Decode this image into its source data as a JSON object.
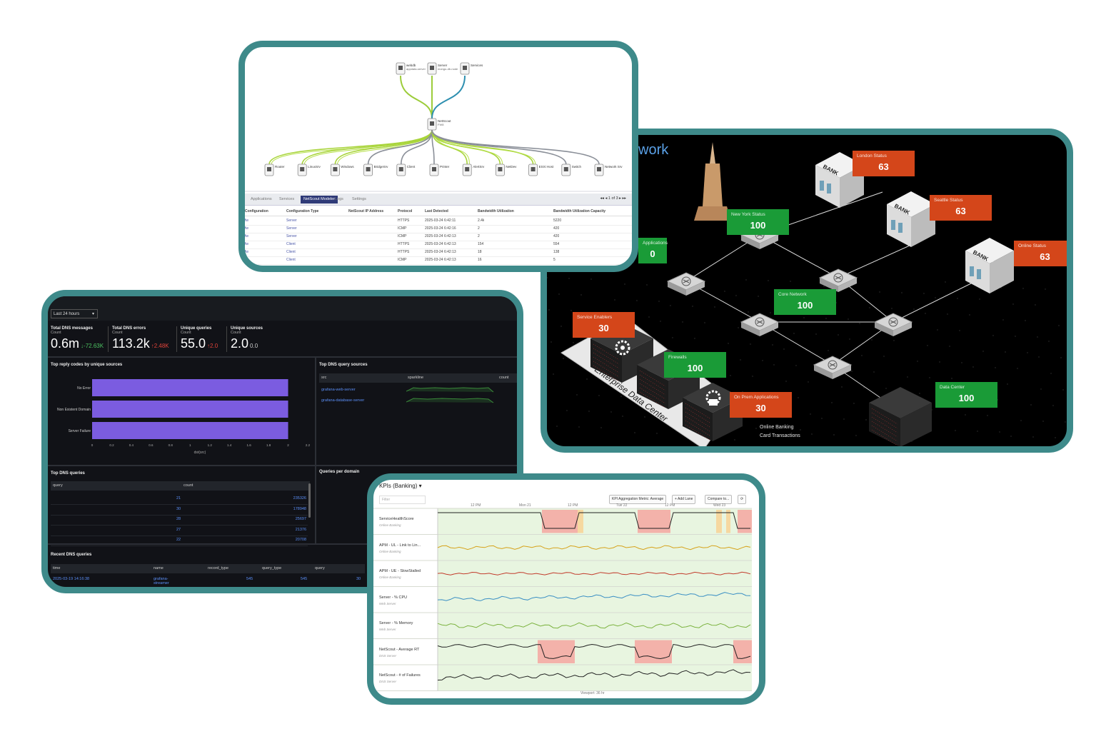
{
  "topology": {
    "hub": {
      "name": "NetScout",
      "sub": "FW8"
    },
    "top_nodes": [
      {
        "name": "webdb",
        "sub": "appdata-server"
      },
      {
        "name": "Server",
        "sub": "mongo-db-node"
      },
      {
        "name": "Services",
        "sub": ""
      }
    ],
    "bottom_nodes": [
      {
        "name": "Router"
      },
      {
        "name": "LinuxSrv"
      },
      {
        "name": "Windows"
      },
      {
        "name": "BridgeSrv"
      },
      {
        "name": "Client"
      },
      {
        "name": "Printer"
      },
      {
        "name": "AlertSrv"
      },
      {
        "name": "NetDev"
      },
      {
        "name": "ESXi Host"
      },
      {
        "name": "Switch"
      },
      {
        "name": "Network Srv"
      }
    ],
    "tabs": [
      "Applications",
      "Services",
      "NetScout Modeler",
      "Logs",
      "Settings"
    ],
    "active_tab_index": 2,
    "pager": "1 of 3",
    "columns": [
      "Configuration",
      "Configuration Type",
      "NetScout IP Address",
      "Protocol",
      "Last Detected",
      "Bandwidth Utilization",
      "Bandwidth Utilization Capacity"
    ],
    "rows": [
      [
        "fw",
        "Server",
        "",
        "HTTPS",
        "2025-03-24 6:42:11",
        "2.4k",
        "5220"
      ],
      [
        "fw",
        "Server",
        "",
        "ICMP",
        "2025-03-24 6:42:16",
        "2",
        "420"
      ],
      [
        "fw",
        "Server",
        "",
        "ICMP",
        "2025-03-24 6:42:13",
        "2",
        "420"
      ],
      [
        "fw",
        "Client",
        "",
        "HTTPS",
        "2025-03-24 6:42:13",
        "154",
        "554"
      ],
      [
        "fw",
        "Client",
        "",
        "HTTPS",
        "2025-03-24 6:42:13",
        "18",
        "138"
      ],
      [
        "fw",
        "Client",
        "",
        "ICMP",
        "2025-03-24 6:42:13",
        "16",
        "5"
      ]
    ]
  },
  "network": {
    "title": "work",
    "statuses": [
      {
        "label": "London Status",
        "value": "63",
        "color": "#d4461a"
      },
      {
        "label": "Seattle Status",
        "value": "63",
        "color": "#d4461a"
      },
      {
        "label": "Online Status",
        "value": "63",
        "color": "#d4461a"
      },
      {
        "label": "New York Status",
        "value": "100",
        "color": "#1a9b37"
      },
      {
        "label": "Applications",
        "value": "0",
        "color": "#1a9b37"
      },
      {
        "label": "Core Network",
        "value": "100",
        "color": "#1a9b37"
      },
      {
        "label": "Service Enablers",
        "value": "30",
        "color": "#d4461a"
      },
      {
        "label": "Firewalls",
        "value": "100",
        "color": "#1a9b37"
      },
      {
        "label": "On Prem Applications",
        "value": "30",
        "color": "#d4461a"
      },
      {
        "label": "Data Center",
        "value": "100",
        "color": "#1a9b37"
      }
    ],
    "bank_label": "BANK",
    "platform_label": "Enterprise Data Center",
    "caption1": "Online Banking",
    "caption2": "Card Transactions"
  },
  "dns": {
    "range": "Last 24 hours",
    "stats": [
      {
        "label": "Total DNS messages",
        "sub": "Count",
        "value": "0.6m",
        "delta": "↓-72.63K",
        "delta_color": "#4cc261"
      },
      {
        "label": "Total DNS errors",
        "sub": "Count",
        "value": "113.2k",
        "delta": "↑2.48K",
        "delta_color": "#e0433a"
      },
      {
        "label": "Unique queries",
        "sub": "Count",
        "value": "55.0",
        "delta": "↑2.0",
        "delta_color": "#e0433a"
      },
      {
        "label": "Unique sources",
        "sub": "Count",
        "value": "2.0",
        "delta": "0.0",
        "delta_color": "#cccccc"
      }
    ],
    "reply_chart_title": "Top reply codes by unique sources",
    "sources_title": "Top DNS query sources",
    "sources_cols": [
      "src",
      "sparkline",
      "count"
    ],
    "sources": [
      "grafana-web-server",
      "grafana-database-server"
    ],
    "queries_title": "Top DNS queries",
    "queries_cols": [
      "query",
      "count"
    ],
    "queries": [
      {
        "query": "21",
        "count": "235326"
      },
      {
        "query": "30",
        "count": "178948"
      },
      {
        "query": "28",
        "count": "25697"
      },
      {
        "query": "27",
        "count": "21376"
      },
      {
        "query": "22",
        "count": "20708"
      }
    ],
    "domain_title": "Queries per domain",
    "recent_title": "Recent DNS queries",
    "recent_cols": [
      "time",
      "name",
      "record_type",
      "query_type",
      "query"
    ],
    "recent_row": {
      "time": "2025-03-19 14:16:38",
      "name": "grafana-streamer",
      "record_type": "545",
      "query_type": "545",
      "query": "30"
    }
  },
  "chart_data": {
    "type": "bar",
    "title": "Top reply codes by unique sources",
    "categories": [
      "No Error",
      "Non Existent Domain",
      "Server Failure"
    ],
    "values": [
      2,
      2,
      2
    ],
    "xlabel": "dst(src)",
    "xlim": [
      0,
      2.2
    ],
    "xticks": [
      "0",
      "0.2",
      "0.4",
      "0.6",
      "0.8",
      "1",
      "1.2",
      "1.4",
      "1.6",
      "1.8",
      "2",
      "2.2"
    ],
    "colors": [
      "#7b5ce0"
    ]
  },
  "kpi": {
    "title": "KPIs (Banking)",
    "filter": "Filter",
    "buttons": [
      "KPI Aggregation Metric: Average",
      "+ Add Lane",
      "Compare to..."
    ],
    "time_ticks": [
      "12 PM",
      "Mon 21",
      "12 PM",
      "Tue 22",
      "12 PM",
      "Wed 23"
    ],
    "viewport": "Viewport: 36 hr",
    "lanes": [
      {
        "name": "ServiceHealthScore",
        "sub": "Online Banking"
      },
      {
        "name": "APM - UL - Link to Lin...",
        "sub": "Online Banking"
      },
      {
        "name": "APM - UE - SlowStalled",
        "sub": "Online Banking"
      },
      {
        "name": "Server - % CPU",
        "sub": "Web Server"
      },
      {
        "name": "Server - % Memory",
        "sub": "Web Server"
      },
      {
        "name": "NetScout - Average RT",
        "sub": "DNS Server"
      },
      {
        "name": "NetScout - # of Failures",
        "sub": "DNS Server"
      }
    ]
  }
}
